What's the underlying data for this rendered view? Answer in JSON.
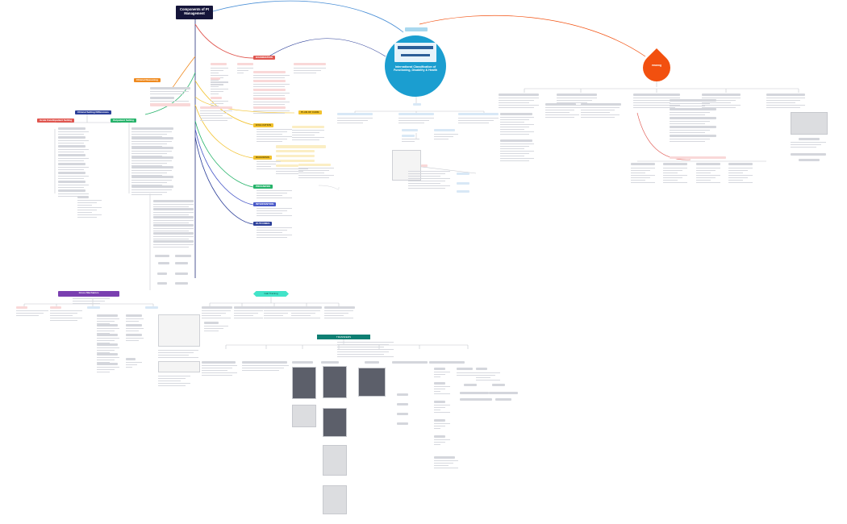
{
  "root": {
    "title": "Components of Pt Management"
  },
  "branches": {
    "examination": "EXAMINATION",
    "evaluation": "EVALUATION",
    "diagnosis": "DIAGNOSIS",
    "prognosis": "PROGNOSIS",
    "intervention": "INTERVENTION",
    "outcomes": "OUTCOMES",
    "clinical_reasoning": "Clinical Reasoning",
    "plan_of_care": "PLAN OF CARE",
    "documentation": "Documentation"
  },
  "left_sections": {
    "clinical_setting": "Clinical Setting Differences",
    "acute_care": "Acute Care/Inpatient Setting",
    "outpatient": "Outpatient Setting"
  },
  "icf": {
    "title": "International Classification of Functioning, Disability & Health"
  },
  "hearing": {
    "title": "Hearing"
  },
  "lower_left": {
    "title": "Gross Mechanics"
  },
  "teal_banner": {
    "label": "Gait Training"
  },
  "dark_teal": {
    "label": "TRANSFERS"
  },
  "colors": {
    "root": "#15153a",
    "icf": "#1b9ed0",
    "hearing": "#f2500f",
    "examination": "#e0564f",
    "evaluation": "#f2c22e",
    "intervention": "#4a5ac9",
    "outcomes": "#2c3f99",
    "teal": "#42e3c8"
  }
}
